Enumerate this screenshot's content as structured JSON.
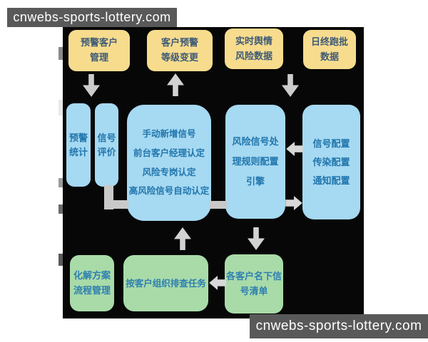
{
  "watermarks": {
    "top": "cnwebs-sports-lottery.com",
    "bottom": "cnwebs-sports-lottery.com"
  },
  "colors": {
    "canvas_background": "#070707",
    "yellow_box": "#f7dc8e",
    "blue_box": "#a6d9f2",
    "green_box": "#a9dba9",
    "arrow_gray": "#cccccc",
    "yellow_box_text": "#3d5a76",
    "blue_box_text": "#2176ad",
    "green_box_text": "#2e7fb0",
    "watermark_background": "#595959",
    "watermark_text": "#ffffff"
  },
  "diagram": {
    "top_row": [
      {
        "id": "alert-customer-management",
        "label": "预警客户\n管理"
      },
      {
        "id": "customer-alert-level-change",
        "label": "客户预警\n等级变更"
      },
      {
        "id": "realtime-sentiment-risk-data",
        "label": "实时舆情\n风险数据"
      },
      {
        "id": "eod-batch-data",
        "label": "日终跑批\n数据"
      }
    ],
    "middle_row": [
      {
        "id": "alert-statistics",
        "label": "预警\n统计"
      },
      {
        "id": "signal-evaluation",
        "label": "信号\n评价"
      },
      {
        "id": "signal-recognition",
        "label": "手动新增信号\n前台客户经理认定\n风险专岗认定\n高风险信号自动认定"
      },
      {
        "id": "risk-signal-rule-engine",
        "label": "风险信号处\n理规则配置\n引擎"
      },
      {
        "id": "configurations",
        "label": "信号配置\n传染配置\n通知配置"
      }
    ],
    "bottom_row": [
      {
        "id": "resolution-plan-process-management",
        "label": "化解方案\n流程管理"
      },
      {
        "id": "customer-org-screening-tasks",
        "label": "按客户组织排查任务"
      },
      {
        "id": "customer-signal-list",
        "label": "各客户名下信\n号清单"
      }
    ]
  }
}
